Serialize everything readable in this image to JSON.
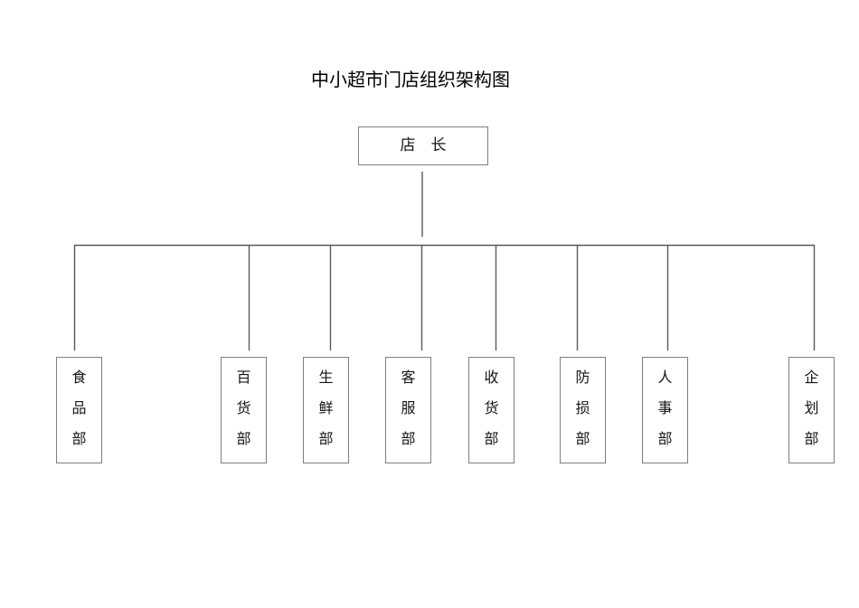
{
  "title": "中小超市门店组织架构图",
  "colors": {
    "background": "#ffffff",
    "connector_line": "#595959",
    "node_border": "#7f7f7f",
    "text": "#141414"
  },
  "root_node": {
    "label": "店　长"
  },
  "departments": [
    {
      "label": "食\n品\n部"
    },
    {
      "label": "百\n货\n部"
    },
    {
      "label": "生\n鲜\n部"
    },
    {
      "label": "客\n服\n部"
    },
    {
      "label": "收\n货\n部"
    },
    {
      "label": "防\n损\n部"
    },
    {
      "label": "人\n事\n部"
    },
    {
      "label": "企\n划\n部"
    }
  ]
}
